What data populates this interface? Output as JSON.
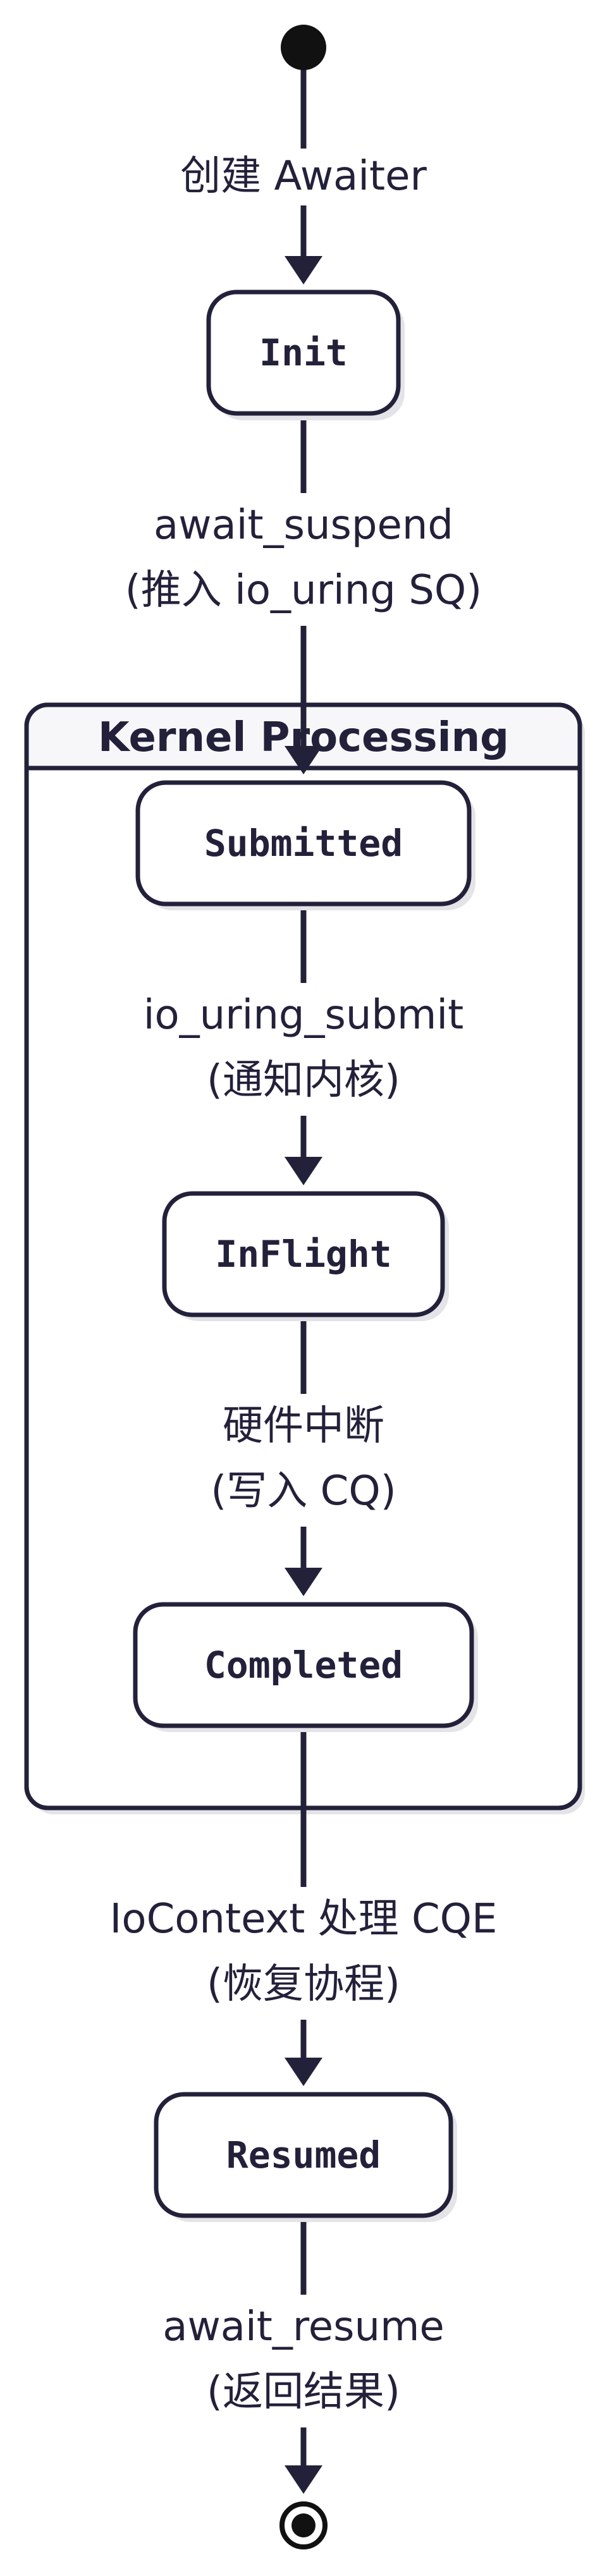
{
  "diagram": {
    "composite": {
      "label": "Kernel Processing"
    },
    "states": {
      "init": "Init",
      "submitted": "Submitted",
      "inflight": "InFlight",
      "completed": "Completed",
      "resumed": "Resumed"
    },
    "transitions": {
      "start_to_init": {
        "line1": "创建 Awaiter"
      },
      "init_to_submitted": {
        "line1": "await_suspend",
        "line2": "(推入 io_uring SQ)"
      },
      "submitted_to_inflight": {
        "line1": "io_uring_submit",
        "line2": "(通知内核)"
      },
      "inflight_to_completed": {
        "line1": "硬件中断",
        "line2": "(写入 CQ)"
      },
      "completed_to_resumed": {
        "line1": "IoContext 处理 CQE",
        "line2": "(恢复协程)"
      },
      "resumed_to_end": {
        "line1": "await_resume",
        "line2": "(返回结果)"
      }
    }
  }
}
